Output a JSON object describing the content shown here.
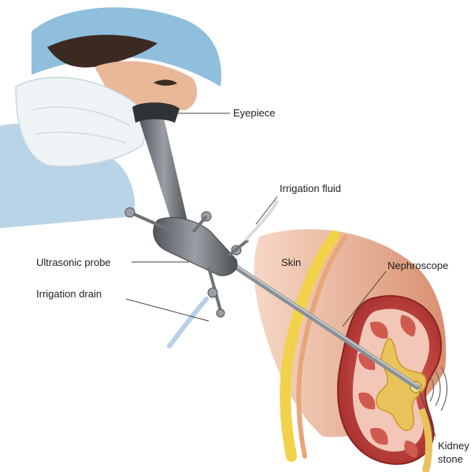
{
  "labels": {
    "eyepiece": "Eyepiece",
    "irrigation_fluid": "Irrigation fluid",
    "ultrasonic_probe": "Ultrasonic probe",
    "irrigation_drain": "Irrigation drain",
    "skin": "Skin",
    "nephroscope": "Nephroscope",
    "kidney_line1": "Kidney",
    "kidney_line2": "stone"
  },
  "colors": {
    "cap": "#8fbfdc",
    "mask": "#eef3f5",
    "skin_tone": "#e6a98a",
    "fat_layer": "#f2d24a",
    "kidney": "#c2413d",
    "kidney_inner": "#f2c7b8",
    "collecting_system": "#e8c25a",
    "scope_metal": "#6e7378",
    "leader_line": "#444444"
  }
}
